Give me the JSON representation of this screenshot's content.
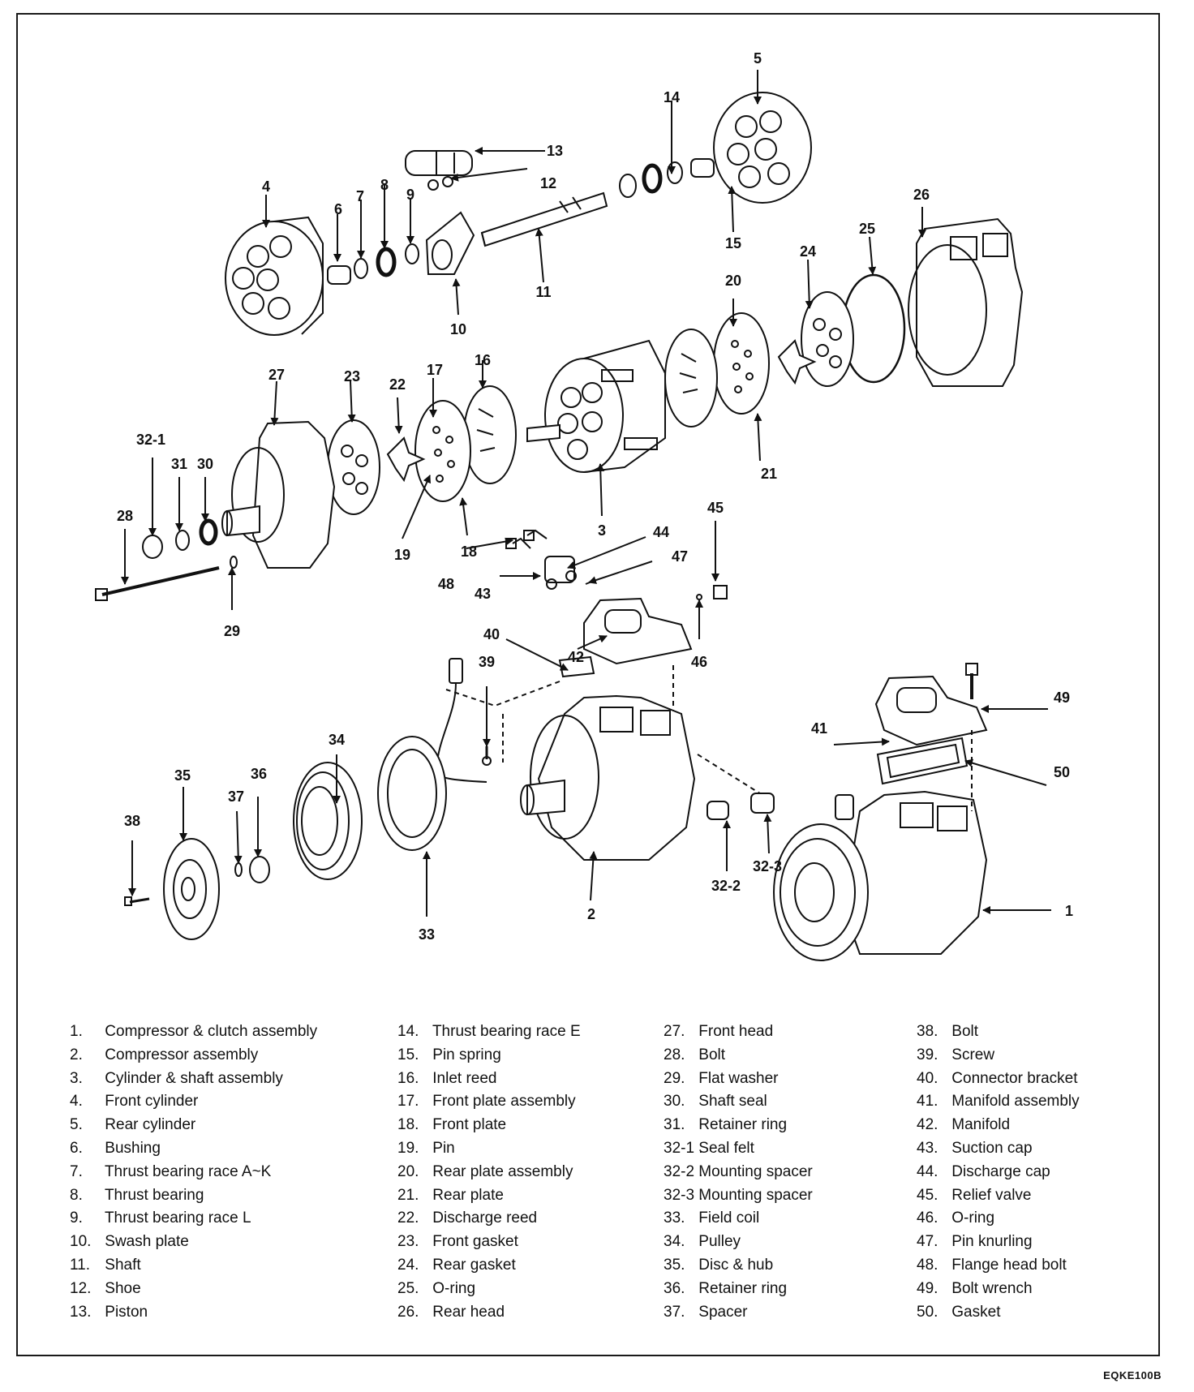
{
  "figure_code": "EQKE100B",
  "callouts": [
    "1",
    "2",
    "3",
    "4",
    "5",
    "6",
    "7",
    "8",
    "9",
    "10",
    "11",
    "12",
    "13",
    "14",
    "15",
    "16",
    "17",
    "18",
    "19",
    "20",
    "21",
    "22",
    "23",
    "24",
    "25",
    "26",
    "27",
    "28",
    "29",
    "30",
    "31",
    "32-1",
    "32-2",
    "32-3",
    "33",
    "34",
    "35",
    "36",
    "37",
    "38",
    "39",
    "40",
    "41",
    "42",
    "43",
    "44",
    "45",
    "46",
    "47",
    "48",
    "49",
    "50"
  ],
  "legend": [
    {
      "num": "1.",
      "label": "Compressor & clutch assembly"
    },
    {
      "num": "2.",
      "label": "Compressor assembly"
    },
    {
      "num": "3.",
      "label": "Cylinder & shaft assembly"
    },
    {
      "num": "4.",
      "label": "Front cylinder"
    },
    {
      "num": "5.",
      "label": "Rear cylinder"
    },
    {
      "num": "6.",
      "label": "Bushing"
    },
    {
      "num": "7.",
      "label": "Thrust bearing race A~K"
    },
    {
      "num": "8.",
      "label": "Thrust bearing"
    },
    {
      "num": "9.",
      "label": "Thrust bearing race L"
    },
    {
      "num": "10.",
      "label": "Swash plate"
    },
    {
      "num": "11.",
      "label": "Shaft"
    },
    {
      "num": "12.",
      "label": "Shoe"
    },
    {
      "num": "13.",
      "label": "Piston"
    },
    {
      "num": "14.",
      "label": "Thrust bearing race E"
    },
    {
      "num": "15.",
      "label": "Pin spring"
    },
    {
      "num": "16.",
      "label": "Inlet reed"
    },
    {
      "num": "17.",
      "label": "Front plate assembly"
    },
    {
      "num": "18.",
      "label": "Front plate"
    },
    {
      "num": "19.",
      "label": "Pin"
    },
    {
      "num": "20.",
      "label": "Rear plate assembly"
    },
    {
      "num": "21.",
      "label": "Rear plate"
    },
    {
      "num": "22.",
      "label": "Discharge reed"
    },
    {
      "num": "23.",
      "label": "Front gasket"
    },
    {
      "num": "24.",
      "label": "Rear gasket"
    },
    {
      "num": "25.",
      "label": "O-ring"
    },
    {
      "num": "26.",
      "label": "Rear head"
    },
    {
      "num": "27.",
      "label": "Front head"
    },
    {
      "num": "28.",
      "label": "Bolt"
    },
    {
      "num": "29.",
      "label": "Flat washer"
    },
    {
      "num": "30.",
      "label": "Shaft seal"
    },
    {
      "num": "31.",
      "label": "Retainer ring"
    },
    {
      "num": "32-1 .",
      "label": "Seal felt"
    },
    {
      "num": "32-2 .",
      "label": "Mounting spacer"
    },
    {
      "num": "32-3 .",
      "label": "Mounting spacer"
    },
    {
      "num": "33.",
      "label": "Field coil"
    },
    {
      "num": "34.",
      "label": "Pulley"
    },
    {
      "num": "35.",
      "label": "Disc & hub"
    },
    {
      "num": "36.",
      "label": "Retainer ring"
    },
    {
      "num": "37.",
      "label": "Spacer"
    },
    {
      "num": "38.",
      "label": "Bolt"
    },
    {
      "num": "39.",
      "label": "Screw"
    },
    {
      "num": "40.",
      "label": "Connector bracket"
    },
    {
      "num": "41.",
      "label": "Manifold assembly"
    },
    {
      "num": "42.",
      "label": "Manifold"
    },
    {
      "num": "43.",
      "label": "Suction cap"
    },
    {
      "num": "44.",
      "label": "Discharge cap"
    },
    {
      "num": "45.",
      "label": "Relief valve"
    },
    {
      "num": "46.",
      "label": "O-ring"
    },
    {
      "num": "47.",
      "label": "Pin knurling"
    },
    {
      "num": "48.",
      "label": "Flange head bolt"
    },
    {
      "num": "49.",
      "label": "Bolt wrench"
    },
    {
      "num": "50.",
      "label": "Gasket"
    }
  ]
}
